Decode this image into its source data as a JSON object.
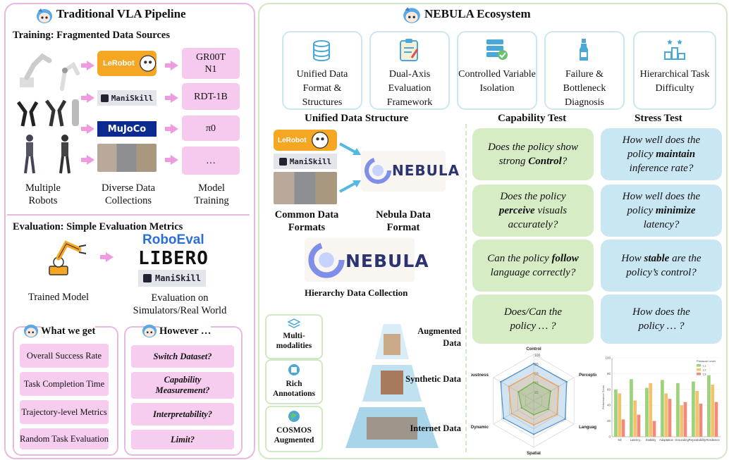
{
  "left": {
    "title": "Traditional VLA Pipeline",
    "training_title": "Training: Fragmented Data Sources",
    "logos": {
      "lerobot": "LeRobot",
      "maniskill": "ManiSkill",
      "mujoco": "MuJoCo"
    },
    "models": [
      "GR00T N1",
      "RDT-1B",
      "π0",
      "…"
    ],
    "bottom_labels": [
      "Multiple Robots",
      "Diverse Data Collections",
      "Model Training"
    ],
    "eval_title": "Evaluation: Simple Evaluation Metrics",
    "eval_logos": {
      "roboeval": "RoboEval",
      "libero": "LIBERO",
      "maniskill": "ManiSkill"
    },
    "trained_model": "Trained Model",
    "eval_on": "Evaluation on Simulators/Real World",
    "what_we_get": {
      "title": "What we get",
      "items": [
        "Overall Success Rate",
        "Task Completion Time",
        "Trajectory-level Metrics",
        "Random Task Evaluation"
      ]
    },
    "however": {
      "title": "However …",
      "items": [
        "Switch Dataset?",
        "Capability Measurement?",
        "Interpretability?",
        "Limit?"
      ]
    }
  },
  "right": {
    "title": "NEBULA Ecosystem",
    "features": [
      {
        "label": "Unified Data Format & Structures",
        "icon": "database-icon"
      },
      {
        "label": "Dual-Axis Evaluation Framework",
        "icon": "clipboard-icon"
      },
      {
        "label": "Controlled Variable Isolation",
        "icon": "server-check-icon"
      },
      {
        "label": "Failure & Bottleneck Diagnosis",
        "icon": "bottle-icon"
      },
      {
        "label": "Hierarchical Task Difficulty",
        "icon": "podium-icon"
      }
    ],
    "unified_title": "Unified Data Structure",
    "common_formats": "Common Data Formats",
    "nebula_format": "Nebula Data Format",
    "nebula_logo": "NEBULA",
    "hierarchy_title": "Hierarchy Data Collection",
    "side_items": [
      "Multi-modalities",
      "Rich Annotations",
      "COSMOS Augmented"
    ],
    "pyramid_labels": [
      "Augmented Data",
      "Synthetic Data",
      "Internet Data"
    ],
    "capability_title": "Capability Test",
    "stress_title": "Stress Test",
    "capability_questions": [
      {
        "pre": "Does the policy show strong ",
        "em": "Control",
        "post": "?"
      },
      {
        "pre": "Does the policy ",
        "em": "perceive",
        "post": " visuals accurately?"
      },
      {
        "pre": "Can the policy ",
        "em": "follow",
        "post": " language correctly?"
      },
      {
        "pre": "Does/Can the policy … ?",
        "em": "",
        "post": ""
      }
    ],
    "stress_questions": [
      {
        "pre": "How well does the policy ",
        "em": "maintain",
        "post": " inference rate?"
      },
      {
        "pre": "How well does the policy ",
        "em": "minimize",
        "post": " latency?"
      },
      {
        "pre": "How ",
        "em": "stable",
        "post": " are the policy’s control?"
      },
      {
        "pre": "How does the policy … ?",
        "em": "",
        "post": ""
      }
    ]
  },
  "chart_data": [
    {
      "type": "radar",
      "axes": [
        "Control",
        "Perception",
        "Language",
        "Spatial",
        "Dynamic",
        "Robustness"
      ],
      "ticks": [
        "20",
        "40",
        "60",
        "80",
        "100"
      ],
      "rmax": 100,
      "series": [
        {
          "color": "#4a90c8",
          "values": [
            80,
            82,
            78,
            72,
            75,
            82
          ]
        },
        {
          "color": "#f0a050",
          "values": [
            60,
            62,
            58,
            52,
            55,
            62
          ]
        },
        {
          "color": "#6ab04c",
          "values": [
            40,
            42,
            36,
            30,
            30,
            38
          ]
        }
      ]
    },
    {
      "type": "bar",
      "categories": [
        "Nil",
        "Latency",
        "Stability",
        "Adaptation",
        "Grounding",
        "Repeatability",
        "Resilience"
      ],
      "ylabel": "Performance Score",
      "ylim": [
        0,
        100
      ],
      "yticks": [
        "0",
        "20",
        "40",
        "60",
        "80",
        "100"
      ],
      "legend_title": "Pressure Level",
      "series": [
        {
          "name": "L1",
          "color": "#9bd37a",
          "values": [
            60,
            73,
            62,
            72,
            68,
            70,
            78
          ]
        },
        {
          "name": "L2",
          "color": "#f5c26b",
          "values": [
            55,
            46,
            68,
            55,
            40,
            58,
            66
          ]
        },
        {
          "name": "L3",
          "color": "#f08a7a",
          "values": [
            22,
            28,
            20,
            48,
            44,
            42,
            44
          ]
        }
      ]
    }
  ]
}
